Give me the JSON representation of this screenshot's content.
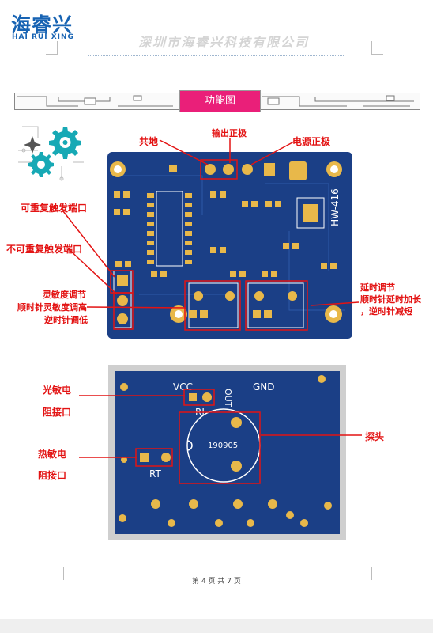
{
  "header": {
    "logo_cn": "海睿兴",
    "logo_en": "HAI RUI XING",
    "company": "深圳市海睿兴科技有限公司"
  },
  "section_title": "功能图",
  "board1": {
    "silk_model": "HW-416",
    "labels": {
      "ground": "共地",
      "output_positive": "输出正极",
      "power_positive": "电源正极",
      "repeat_trigger": "可重复触发端口",
      "non_repeat_trigger": "不可重复触发端口",
      "sensitivity_1": "灵敏度调节",
      "sensitivity_2": "顺时针灵敏度调高",
      "sensitivity_3": "逆时针调低",
      "delay_1": "延时调节",
      "delay_2": "顺时针延时加长",
      "delay_3": "，逆时针减短"
    }
  },
  "board2": {
    "silk_vcc": "VCC",
    "silk_out": "OUT",
    "silk_gnd": "GND",
    "silk_rl": "RL",
    "silk_rt": "RT",
    "silk_probe": "190905",
    "labels": {
      "photoresistor_1": "光敏电",
      "photoresistor_2": "阻接口",
      "thermistor_1": "热敏电",
      "thermistor_2": "阻接口",
      "probe": "探头"
    }
  },
  "footer": {
    "page_text": "第 4 页 共 7 页"
  },
  "colors": {
    "brand_blue": "#1763b3",
    "pcb_blue": "#1b3f86",
    "pad_gold": "#e8b84a",
    "label_red": "#e31313",
    "banner_pink": "#ea1f79"
  }
}
